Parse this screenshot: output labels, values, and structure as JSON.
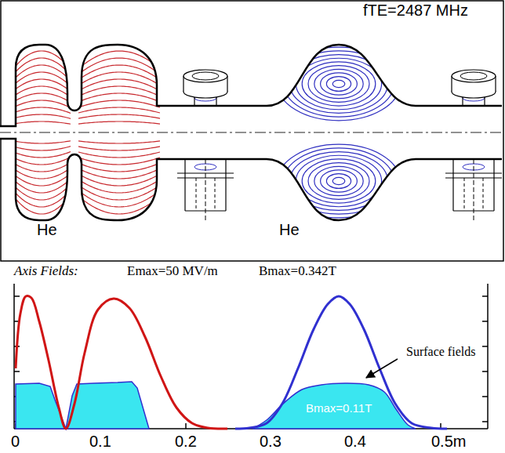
{
  "diagram": {
    "nodes": [
      {
        "text": [
          "He"
        ]
      },
      {
        "text": [
          "He"
        ]
      },
      {
        "text": [
          "Axis Fields:",
          "Emax=50 MV/m",
          "Bmax=0.342T"
        ]
      },
      {
        "text": [
          "Surface fields"
        ]
      }
    ],
    "labels": [
      "fTE=2487 MHz",
      "Bmax=0.11T",
      "0",
      "0.1",
      "0.2",
      "0.3",
      "0.4",
      "0.5m"
    ]
  }
}
